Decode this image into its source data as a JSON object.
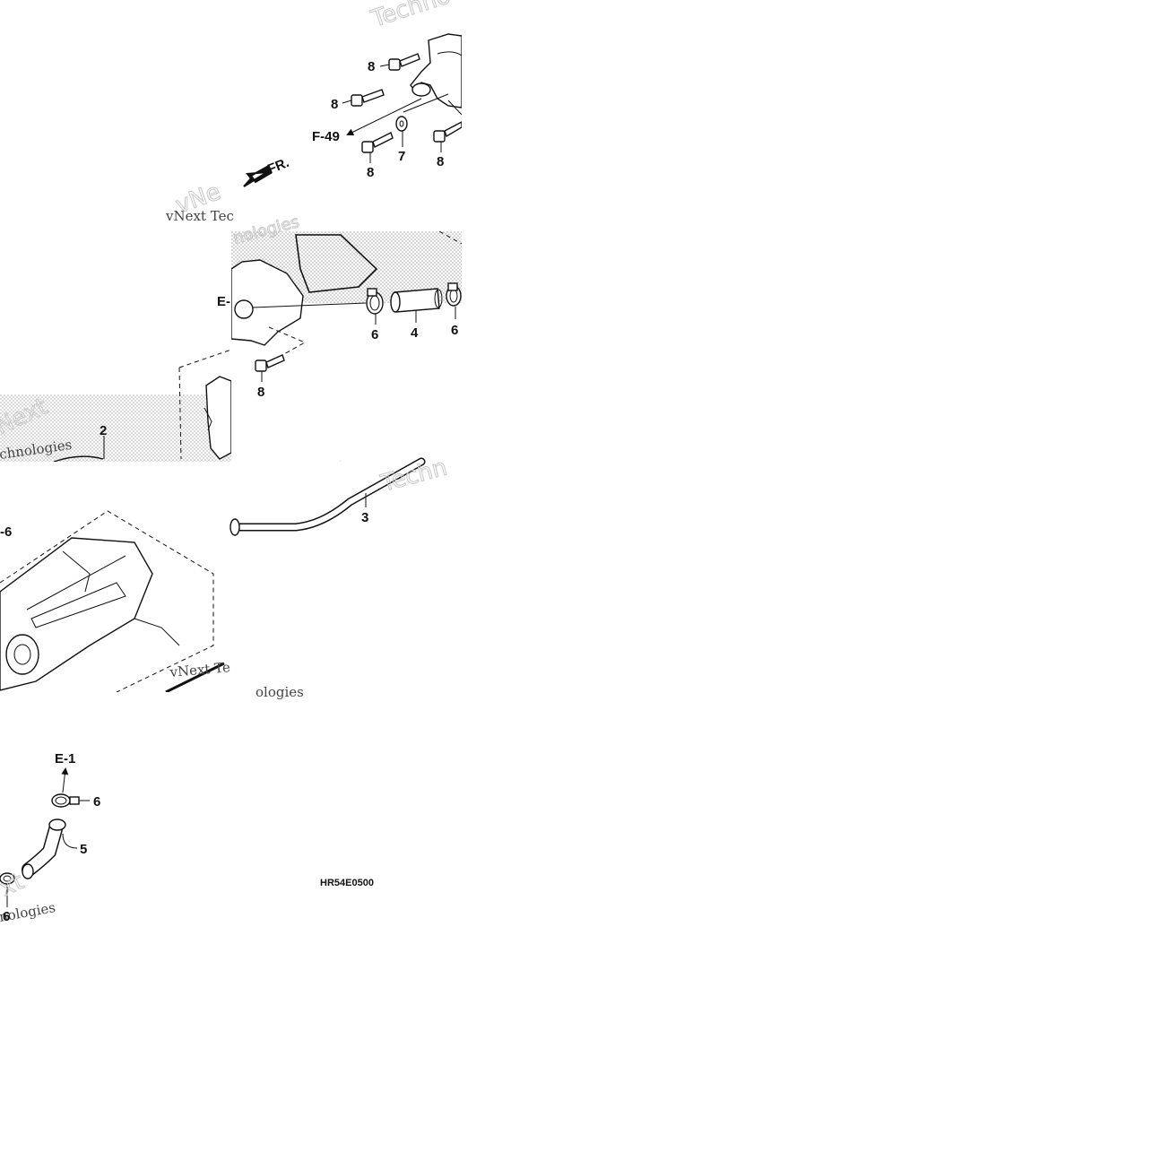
{
  "diagram": {
    "code": "HR54E0500",
    "front_label": "FR.",
    "refs": {
      "f49": "F-49",
      "e1_top": "E-",
      "e1_bottom": "E-1",
      "left_ref": "-6"
    },
    "callouts": {
      "c8a": "8",
      "c8b": "8",
      "c8c": "8",
      "c7": "7",
      "c8d": "8",
      "c6a": "6",
      "c4": "4",
      "c6b": "6",
      "c8e": "8",
      "c2": "2",
      "c3": "3",
      "c6c": "6",
      "c5": "5",
      "c6d": "6"
    },
    "watermarks": {
      "w1": "Techno",
      "w2": "vNext Tec",
      "w3": "vNe",
      "w4": "nologies",
      "w5": "Next",
      "w6": "chnologies",
      "w7": "Techn",
      "w8": "vNext Te",
      "w9": "ologies",
      "w10": "xt",
      "w11": "nologies"
    }
  }
}
